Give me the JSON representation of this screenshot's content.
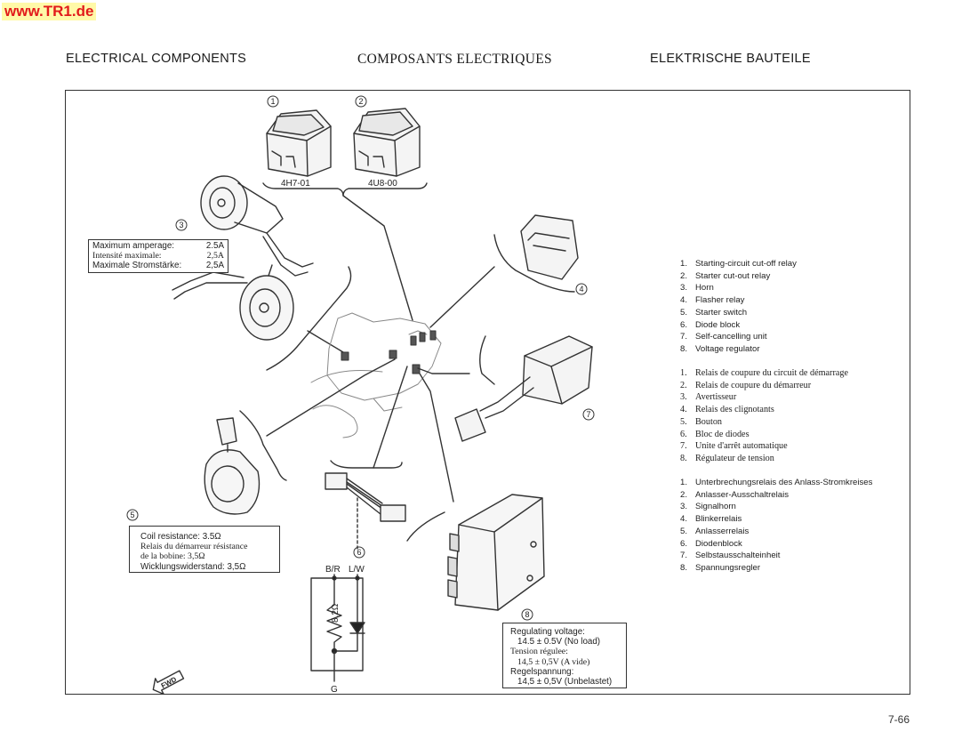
{
  "watermark": "www.TR1.de",
  "header": {
    "en": "ELECTRICAL COMPONENTS",
    "fr": "COMPOSANTS ELECTRIQUES",
    "de": "ELEKTRISCHE BAUTEILE"
  },
  "callouts": [
    "1",
    "2",
    "3",
    "4",
    "5",
    "6",
    "7",
    "8"
  ],
  "part_codes": {
    "relay1": "4H7-01",
    "relay2": "4U8-00"
  },
  "legend": {
    "en": [
      {
        "n": "1.",
        "t": "Starting-circuit cut-off relay"
      },
      {
        "n": "2.",
        "t": "Starter cut-out relay"
      },
      {
        "n": "3.",
        "t": "Horn"
      },
      {
        "n": "4.",
        "t": "Flasher relay"
      },
      {
        "n": "5.",
        "t": "Starter switch"
      },
      {
        "n": "6.",
        "t": "Diode block"
      },
      {
        "n": "7.",
        "t": "Self-cancelling unit"
      },
      {
        "n": "8.",
        "t": "Voltage regulator"
      }
    ],
    "fr": [
      {
        "n": "1.",
        "t": "Relais de coupure du circuit de démarrage"
      },
      {
        "n": "2.",
        "t": "Relais de coupure du démarreur"
      },
      {
        "n": "3.",
        "t": "Avertisseur"
      },
      {
        "n": "4.",
        "t": "Relais des clignotants"
      },
      {
        "n": "5.",
        "t": "Bouton"
      },
      {
        "n": "6.",
        "t": "Bloc de diodes"
      },
      {
        "n": "7.",
        "t": "Unite d'arrêt automatique"
      },
      {
        "n": "8.",
        "t": "Régulateur de tension"
      }
    ],
    "de": [
      {
        "n": "1.",
        "t": "Unterbrechungsrelais des Anlass-Stromkreises"
      },
      {
        "n": "2.",
        "t": "Anlasser-Ausschaltrelais"
      },
      {
        "n": "3.",
        "t": "Signalhorn"
      },
      {
        "n": "4.",
        "t": "Blinkerrelais"
      },
      {
        "n": "5.",
        "t": "Anlasserrelais"
      },
      {
        "n": "6.",
        "t": "Diodenblock"
      },
      {
        "n": "7.",
        "t": "Selbstausschalteinheit"
      },
      {
        "n": "8.",
        "t": "Spannungsregler"
      }
    ]
  },
  "horn_spec": {
    "en_label": "Maximum amperage:",
    "en_value": "2.5A",
    "fr_label": "Intensité maximale:",
    "fr_value": "2,5A",
    "de_label": "Maximale Stromstärke:",
    "de_value": "2,5A"
  },
  "coil_spec": {
    "en": "Coil resistance: 3.5Ω",
    "fr1": "Relais du démarreur résistance",
    "fr2": "de la bobine: 3,5Ω",
    "de": "Wicklungswiderstand: 3,5Ω"
  },
  "regulator_spec": {
    "en_label": "Regulating voltage:",
    "en_value": "14.5 ± 0.5V (No load)",
    "fr_label": "Tension régulee:",
    "fr_value": "14,5 ± 0,5V (A vide)",
    "de_label": "Regelspannung:",
    "de_value": "14,5 ± 0,5V (Unbelastet)"
  },
  "diode_schematic": {
    "wire1": "B/R",
    "wire2": "L/W",
    "resistor": "8.2Ω",
    "ground": "G"
  },
  "fwd_label": "FWD",
  "page_number": "7-66"
}
